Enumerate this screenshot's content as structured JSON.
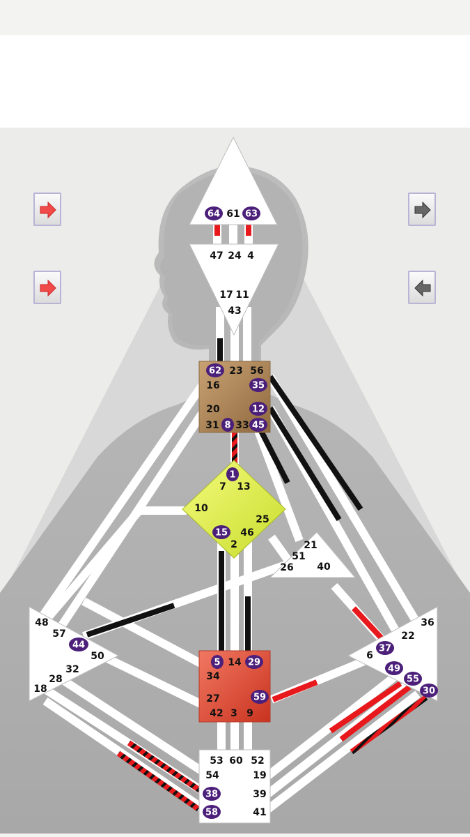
{
  "gates": {
    "g64": "64",
    "g61": "61",
    "g63": "63",
    "g47": "47",
    "g24": "24",
    "g4": "4",
    "g17": "17",
    "g11": "11",
    "g43": "43",
    "g62": "62",
    "g23": "23",
    "g56": "56",
    "g16": "16",
    "g35": "35",
    "g20": "20",
    "g12": "12",
    "g31": "31",
    "g8": "8",
    "g33": "33",
    "g45": "45",
    "g1": "1",
    "g7": "7",
    "g13": "13",
    "g10": "10",
    "g25": "25",
    "g15": "15",
    "g46": "46",
    "g2": "2",
    "g21": "21",
    "g51": "51",
    "g26": "26",
    "g40": "40",
    "g48": "48",
    "g57": "57",
    "g44": "44",
    "g50": "50",
    "g32": "32",
    "g28": "28",
    "g18": "18",
    "g36": "36",
    "g22": "22",
    "g37": "37",
    "g6": "6",
    "g49": "49",
    "g55": "55",
    "g30": "30",
    "g5": "5",
    "g14": "14",
    "g29": "29",
    "g34": "34",
    "g27": "27",
    "g59": "59",
    "g42": "42",
    "g3": "3",
    "g9": "9",
    "g53": "53",
    "g60": "60",
    "g52": "52",
    "g54": "54",
    "g19": "19",
    "g38": "38",
    "g39": "39",
    "g58": "58",
    "g41": "41"
  },
  "colors": {
    "personality": "#111111",
    "design": "#e8191c",
    "highlight": "#4b1f7a",
    "g_center": "#e3f04a",
    "ajna_center": "#ffffff",
    "throat_center": "#b0875a",
    "sacral_center": "#e0503a"
  },
  "arrows": {
    "top_left": "arrow-right-red-icon",
    "bottom_left": "arrow-right-red-icon",
    "top_right": "arrow-right-gray-icon",
    "bottom_right": "arrow-left-gray-icon"
  }
}
